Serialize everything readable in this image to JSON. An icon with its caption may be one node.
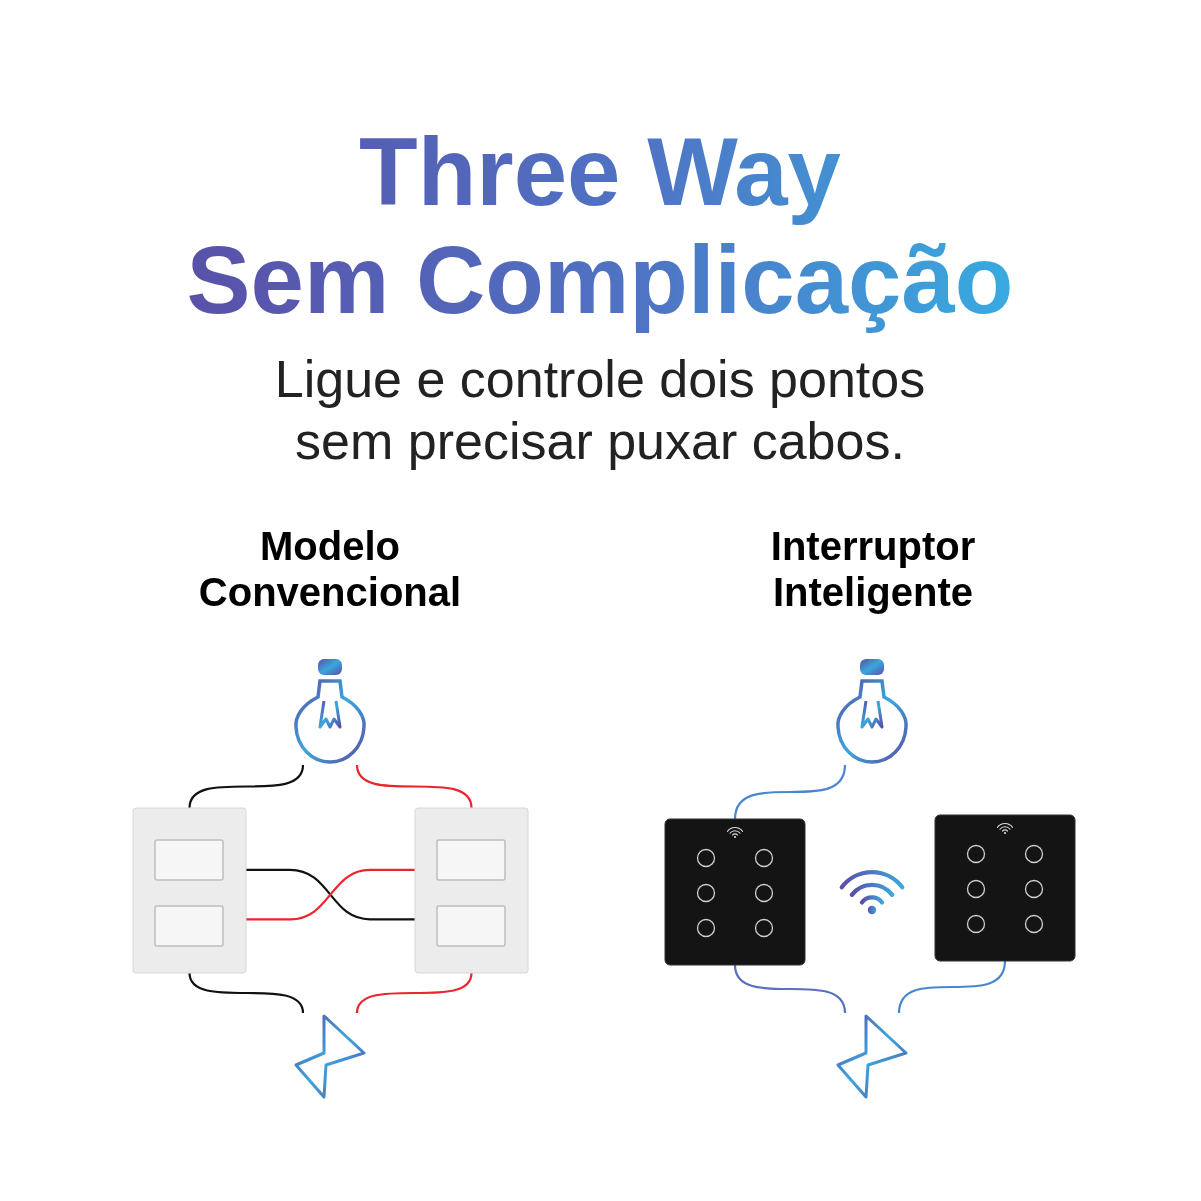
{
  "diagram": {
    "title": "Three Way Sem Complicação",
    "nodes": [
      {
        "text": [],
        "shape": "bulb"
      },
      {
        "text": [],
        "shape": "switch"
      },
      {
        "text": [],
        "shape": "switch"
      },
      {
        "text": [],
        "shape": "bolt"
      },
      {
        "text": [],
        "shape": "bulb"
      },
      {
        "text": [],
        "shape": "box"
      },
      {
        "text": [],
        "shape": "box"
      },
      {
        "text": [],
        "shape": "bolt"
      }
    ],
    "edges": [
      {
        "from": 0,
        "to": 1,
        "arrow": "none",
        "color": "#111111"
      },
      {
        "from": 0,
        "to": 2,
        "arrow": "none",
        "color": "#e8262b"
      },
      {
        "from": 1,
        "to": 2,
        "arrow": "none",
        "color": "#111111"
      },
      {
        "from": 1,
        "to": 2,
        "arrow": "none",
        "color": "#e8262b"
      },
      {
        "from": 1,
        "to": 3,
        "arrow": "none",
        "color": "#111111"
      },
      {
        "from": 2,
        "to": 3,
        "arrow": "none",
        "color": "#e8262b"
      },
      {
        "from": 4,
        "to": 5,
        "arrow": "none",
        "color": "#4a86cf"
      },
      {
        "from": 5,
        "to": 7,
        "arrow": "none",
        "color": "#5a6fc0"
      },
      {
        "from": 6,
        "to": 7,
        "arrow": "none",
        "color": "#4a86cf"
      }
    ],
    "labels": [
      "Ligue e controle dois pontos sem precisar puxar cabos.",
      "Modelo Convencional",
      "Interruptor Inteligente"
    ]
  }
}
